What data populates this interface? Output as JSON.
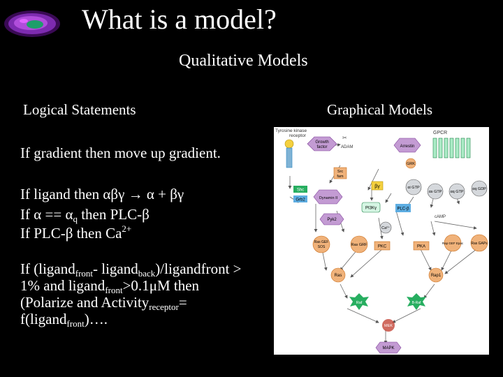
{
  "slide": {
    "title": "What is a model?",
    "subtitle": "Qualitative Models",
    "left_header": "Logical Statements",
    "right_header": "Graphical Models"
  },
  "statements": {
    "s1": "If gradient then move up gradient.",
    "s2_if": "If ",
    "s2_ligand": "ligand then ",
    "s2_abg": "αβγ",
    "s2_arrow": " → ",
    "s2_a": "α",
    "s2_plus": " + ",
    "s2_bg": "βγ",
    "s3_if": "If ",
    "s3_a": "α",
    "s3_eq": " == ",
    "s3_aq": "α",
    "s3_q": "q",
    "s3_then": " then PLC-",
    "s3_b": "β",
    "s4_if": "If PLC-",
    "s4_b": "β",
    "s4_then": " then Ca",
    "s4_sup": "2+",
    "s5_l1a": "If (ligand",
    "s5_front1": "front",
    "s5_l1b": "- ligand",
    "s5_back": "back",
    "s5_l1c": ")/ligandfront  >",
    "s5_l2a": "1% and ligand",
    "s5_front2": "front",
    "s5_l2b": ">0.1",
    "s5_mu": "μ",
    "s5_l2c": "M then",
    "s5_l3a": "(Polarize and Activity",
    "s5_receptor": "receptor",
    "s5_l3b": "=",
    "s5_l4a": "f(ligand",
    "s5_front3": "front",
    "s5_l4b": ")…."
  },
  "diagram": {
    "labels": {
      "rtk": "Tyrosine kinase",
      "receptor": "receptor",
      "gpcr": "GPCR",
      "growth1": "Growth",
      "growth2": "factor",
      "adam": "ADAM",
      "arrestin": "Arrestin",
      "grk": "GRK",
      "src1": "Src",
      "src2": "fam",
      "shc": "Shc",
      "grb2": "Grb2",
      "dynamin": "Dynamin II",
      "by": "βγ",
      "a_gi": "αi GTP",
      "a_s": "αs GTP",
      "a_q": "αq GTP",
      "a_gdp": "αq GDP",
      "pi3k": "PI3Kγ",
      "plcb": "PLC-β",
      "pyk2": "Pyk2",
      "camp": "cAMP",
      "ca": "Ca²⁺",
      "rasgef": "Ras GEF",
      "sos": "SOS",
      "rasgrf": "Ras GRF",
      "pkc": "PKC",
      "pka": "PKA",
      "epac": "Rap GEF Epac",
      "rasgap": "Ras GAPs",
      "ras": "Ras",
      "rap1": "Rap1",
      "raf": "Raf",
      "braf": "B-Raf",
      "mek": "MEK",
      "mapk": "MAPK"
    },
    "colors": {
      "orange": "#f0b27a",
      "purple": "#c39bd3",
      "green": "#27ae60",
      "blue": "#5dade2",
      "yellow": "#f4d03f",
      "gray": "#d5d8dc"
    }
  }
}
